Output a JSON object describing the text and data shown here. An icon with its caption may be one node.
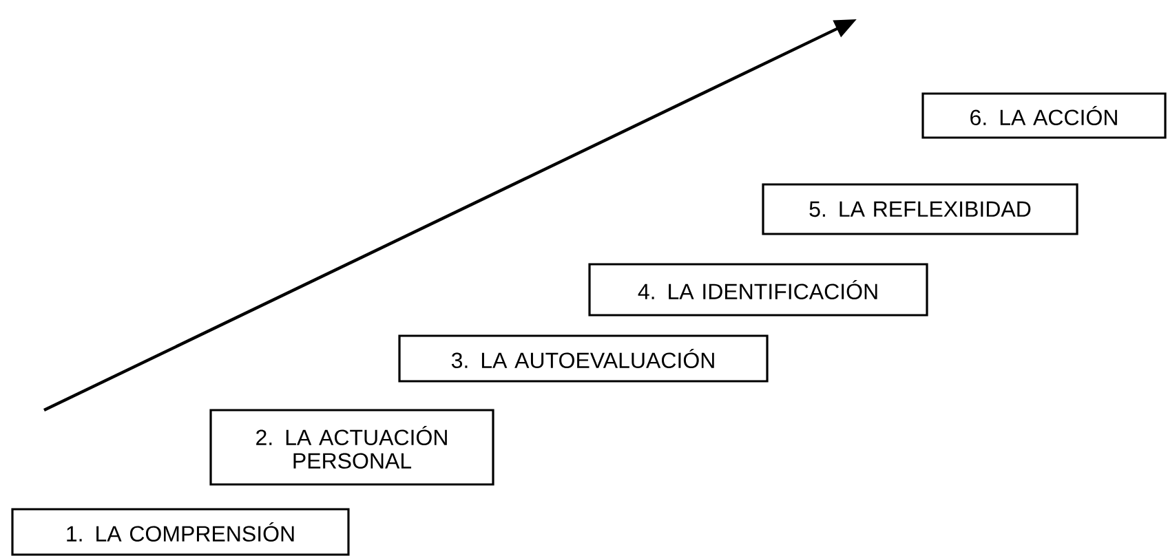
{
  "diagram": {
    "nodes": [
      {
        "text": [
          "1. LA COMPRENSIÓN"
        ]
      },
      {
        "text": [
          "2. LA ACTUACIÓN PERSONAL"
        ]
      },
      {
        "text": [
          "3. LA AUTOEVALUACIÓN"
        ]
      },
      {
        "text": [
          "4. LA IDENTIFICACIÓN"
        ]
      },
      {
        "text": [
          "5. LA REFLEXIBIDAD"
        ]
      },
      {
        "text": [
          "6. LA ACCIÓN"
        ]
      }
    ]
  }
}
